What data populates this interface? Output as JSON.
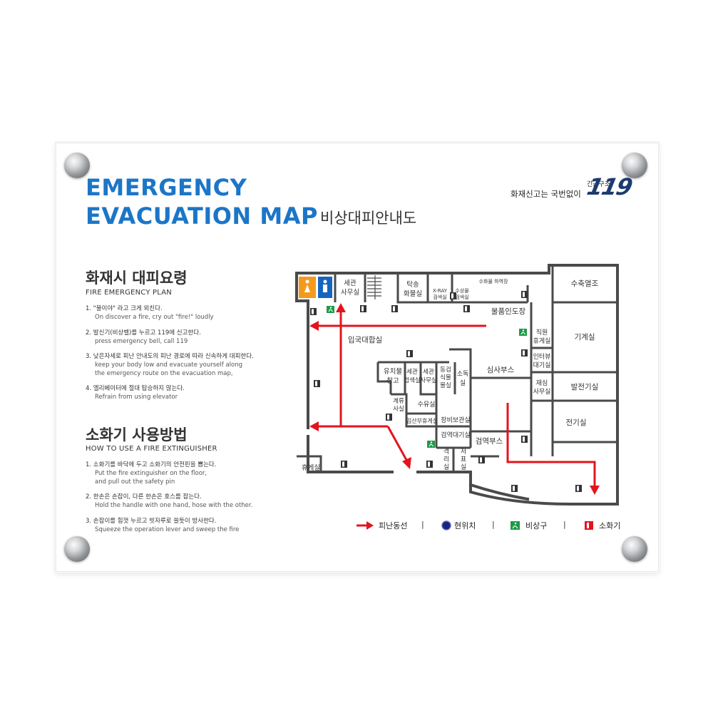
{
  "header": {
    "title_line1": "EMERGENCY",
    "title_line2": "EVACUATION MAP",
    "title_ko": "비상대피안내도"
  },
  "brand": {
    "small_text": "긴급구조",
    "slogan": "화재신고는 국번없이",
    "number": "119"
  },
  "fire_plan": {
    "title": "화재시 대피요령",
    "subtitle": "FIRE EMERGENCY PLAN",
    "steps": [
      {
        "ko": "1. \"불이야\" 라고 크게 외친다.",
        "en": [
          "On discover a fire, cry out \"fire!\" loudly"
        ]
      },
      {
        "ko": "2. 발신기(비상벨)를 누르고 119에 신고한다.",
        "en": [
          "press emergency bell, call 119"
        ]
      },
      {
        "ko": "3. 낮은자세로 피난 안내도의 피난 경로에 따라 신속하게 대피한다.",
        "en": [
          "keep your body low and evacuate yourself along",
          "the emergency route on the evacuation map,"
        ]
      },
      {
        "ko": "4. 엘리베이터에 절대 탑승하지 않는다.",
        "en": [
          "Refrain from using elevator"
        ]
      }
    ]
  },
  "extinguisher": {
    "title": "소화기 사용방법",
    "subtitle": "HOW TO USE A FIRE EXTINGUISHER",
    "steps": [
      {
        "ko": "1. 소화기를 바닥에 두고 소화기의 안전핀을 뽑는다.",
        "en": [
          "Put the fire extinguisher on the floor,",
          "and pull out the safety pin"
        ]
      },
      {
        "ko": "2. 한손은 손잡이, 다른 한손은 호스를 잡는다.",
        "en": [
          "Hold the handle with one hand, hose with the other."
        ]
      },
      {
        "ko": "3. 손잡이를 힘껏 누르고 빗자루로 쓸듯이 방사한다.",
        "en": [
          "Squeeze the operation lever and sweep the fire"
        ]
      }
    ]
  },
  "rooms": {
    "customs_office": [
      "세관",
      "사무실"
    ],
    "baggage": [
      "탁송",
      "화물실"
    ],
    "xray": [
      "X-RAY",
      "검색실"
    ],
    "parcel_search": [
      "수상물",
      "검색실"
    ],
    "cargo_way": "수화물 하역장",
    "goods_handover": "물품인도장",
    "arrival_hall": "입국대합실",
    "staff_lounge": [
      "직원",
      "휴게실"
    ],
    "interview": [
      "인터뷰",
      "대기실"
    ],
    "reexam": [
      "재심",
      "사무실"
    ],
    "water_tank": "수축열조",
    "machine": "기계실",
    "generator": "발전기실",
    "electric": "전기실",
    "goods_storage": [
      "유치물",
      "창고"
    ],
    "customs_search": [
      "세관",
      "검색실"
    ],
    "customs_office2": [
      "세관",
      "사무실"
    ],
    "animal_plant": [
      "동검",
      "식물",
      "물실"
    ],
    "disinfection": [
      "소독",
      "실"
    ],
    "inspection_booth": "심사부스",
    "rest_room2": [
      "계류",
      "사실"
    ],
    "nursing": "수유실",
    "immigration_rest": "입산부휴게실",
    "equipment_storage": "장비보관실",
    "quarantine_wait": "검역대기실",
    "isolation": [
      "격",
      "리",
      "실"
    ],
    "sample": [
      "저",
      "표",
      "실"
    ],
    "quarantine_booth": "검역부스",
    "rest_room": "휴게실"
  },
  "legend": {
    "route": "피난동선",
    "current": "현위치",
    "exit": "비상구",
    "extinguisher": "소화기",
    "separator": "|"
  },
  "colors": {
    "title_blue": "#1c76c8",
    "route_red": "#e3141f",
    "wall_gray": "#4a4a4a",
    "exit_green": "#1e9a45",
    "female_orange": "#f39a1e",
    "male_blue": "#1565c0",
    "current_navy": "#1a237e"
  }
}
